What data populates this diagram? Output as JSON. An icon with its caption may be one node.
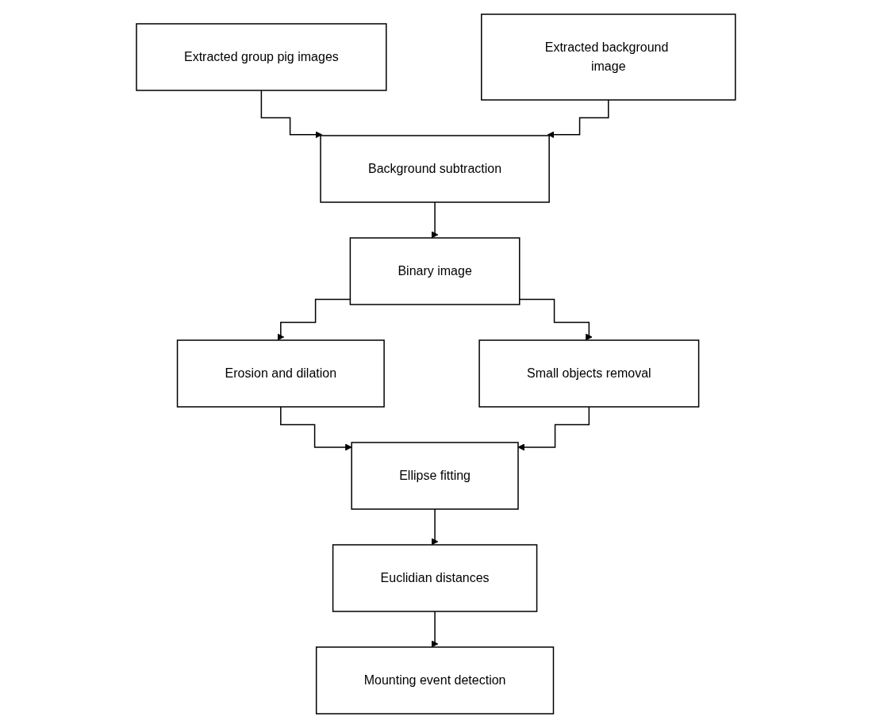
{
  "diagram": {
    "nodes": [
      {
        "text": [
          "Extracted group pig images"
        ]
      },
      {
        "text": [
          "Extracted background image"
        ]
      },
      {
        "text": [
          "Background subtraction"
        ]
      },
      {
        "text": [
          "Binary image"
        ]
      },
      {
        "text": [
          "Erosion and dilation"
        ]
      },
      {
        "text": [
          "Small objects removal"
        ]
      },
      {
        "text": [
          "Ellipse fitting"
        ]
      },
      {
        "text": [
          "Euclidian distances"
        ]
      },
      {
        "text": [
          "Mounting event detection"
        ]
      }
    ],
    "edges": [
      {
        "from": 0,
        "to": 2,
        "arrow": "to"
      },
      {
        "from": 1,
        "to": 2,
        "arrow": "to"
      },
      {
        "from": 2,
        "to": 3,
        "arrow": "to"
      },
      {
        "from": 3,
        "to": 4,
        "arrow": "to"
      },
      {
        "from": 3,
        "to": 5,
        "arrow": "to"
      },
      {
        "from": 4,
        "to": 6,
        "arrow": "to"
      },
      {
        "from": 5,
        "to": 6,
        "arrow": "to"
      },
      {
        "from": 6,
        "to": 7,
        "arrow": "to"
      },
      {
        "from": 7,
        "to": 8,
        "arrow": "to"
      }
    ]
  }
}
